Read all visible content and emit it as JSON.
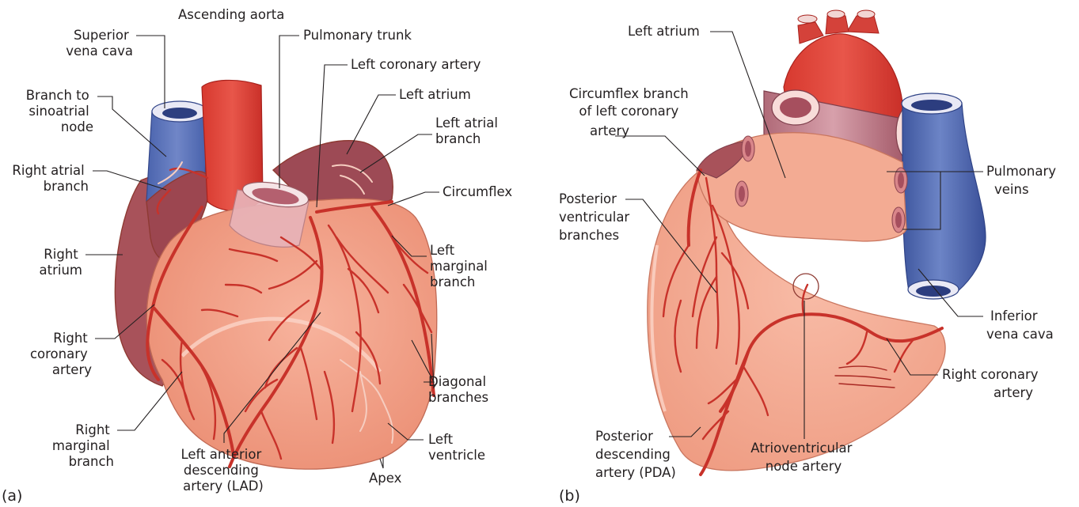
{
  "figure": {
    "panel_a": {
      "panel_label": "(a)",
      "labels": {
        "superior_vena_cava": [
          "Superior",
          "vena cava"
        ],
        "ascending_aorta": "Ascending aorta",
        "pulmonary_trunk": "Pulmonary trunk",
        "left_coronary_artery": "Left coronary artery",
        "branch_to_sa_node": [
          "Branch to",
          "sinoatrial",
          "node"
        ],
        "left_atrium": "Left atrium",
        "left_atrial_branch": [
          "Left atrial",
          "branch"
        ],
        "right_atrial_branch": [
          "Right atrial",
          "branch"
        ],
        "circumflex": "Circumflex",
        "right_atrium": [
          "Right",
          "atrium"
        ],
        "left_marginal_branch": [
          "Left",
          "marginal",
          "branch"
        ],
        "right_coronary_artery": [
          "Right",
          "coronary",
          "artery"
        ],
        "diagonal_branches": [
          "Diagonal",
          "branches"
        ],
        "right_marginal_branch": [
          "Right",
          "marginal",
          "branch"
        ],
        "lad": [
          "Left anterior",
          "descending",
          "artery (LAD)"
        ],
        "left_ventricle": [
          "Left",
          "ventricle"
        ],
        "apex": "Apex"
      }
    },
    "panel_b": {
      "panel_label": "(b)",
      "labels": {
        "left_atrium": "Left atrium",
        "circumflex_branch": [
          "Circumflex branch",
          "of left coronary",
          "artery"
        ],
        "pulmonary_veins": [
          "Pulmonary",
          "veins"
        ],
        "posterior_ventricular_branches": [
          "Posterior",
          "ventricular",
          "branches"
        ],
        "inferior_vena_cava": [
          "Inferior",
          "vena cava"
        ],
        "right_coronary_artery": [
          "Right coronary",
          "artery"
        ],
        "pda": [
          "Posterior",
          "descending",
          "artery (PDA)"
        ],
        "av_node_artery": [
          "Atrioventricular",
          "node artery"
        ]
      }
    }
  },
  "colors": {
    "myocardium": "#f2a088",
    "myocardium_dark": "#ec8f76",
    "atrium": "#a8525a",
    "atrium_dark": "#8c3f48",
    "artery": "#c8322a",
    "aorta": "#e0433c",
    "vein_blue": "#5870b8",
    "vein_blue_dark": "#3f559b",
    "posterior_ventricle": "#f4aa94",
    "label_text": "#231f20"
  }
}
